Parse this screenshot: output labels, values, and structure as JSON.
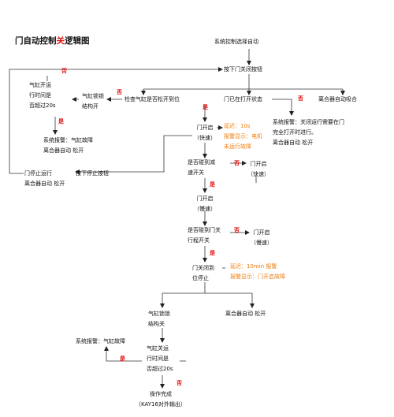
{
  "title": {
    "part1": "门自动控制",
    "highlight": "关",
    "part2": "逻辑图"
  },
  "nodes": {
    "start": "系统控制选择自动",
    "press_close": "按下门关闭按钮",
    "cyl_open_time": "气缸开运\n行时间是\n否超过20s",
    "cyl_lock_open": "气缸锁锁\n结构开",
    "check_cyl_open": "检查气缸是否松开到位",
    "door_open_state": "门已在打开状态",
    "clutch_engage": "离合器自动吸合",
    "cyl_fault_alarm": "系统报警：气缸故障\n离合器自动 松开",
    "close_req_alarm": "系统报警：关闭运行需要在门\n完全打开时进行。\n离合器自动 松开",
    "door_stop": "门停止运行\n离合器自动 松开",
    "press_stop": "按下停止按钮",
    "door_open_fast": "门开启\n（快速）",
    "delay_10s": "延迟：10s\n报警显示：电机\n未运行故障",
    "reach_decel": "是否碰到减\n速开关",
    "door_open_fast_2": "门开启\n（快速）",
    "door_open_slow": "门开启\n（慢速）",
    "reach_limit": "是否碰到门关\n行程开关",
    "door_open_slow_2": "门开启\n（慢速）",
    "door_closed": "门关闭到\n位停止",
    "delay_10min": "延迟：10min 报警\n报警显示：门开启故障",
    "cyl_lock_lock": "气缸锁锁\n结构关",
    "clutch_release": "离合器自动 松开",
    "cyl_close_time": "气缸关运\n行时间是\n否超过20s",
    "cyl_fault_alarm_2": "系统报警：气缸故障",
    "op_done": "操作完成\n（KAY16对外输出）"
  },
  "labels": {
    "yes": "是",
    "no": "否"
  }
}
